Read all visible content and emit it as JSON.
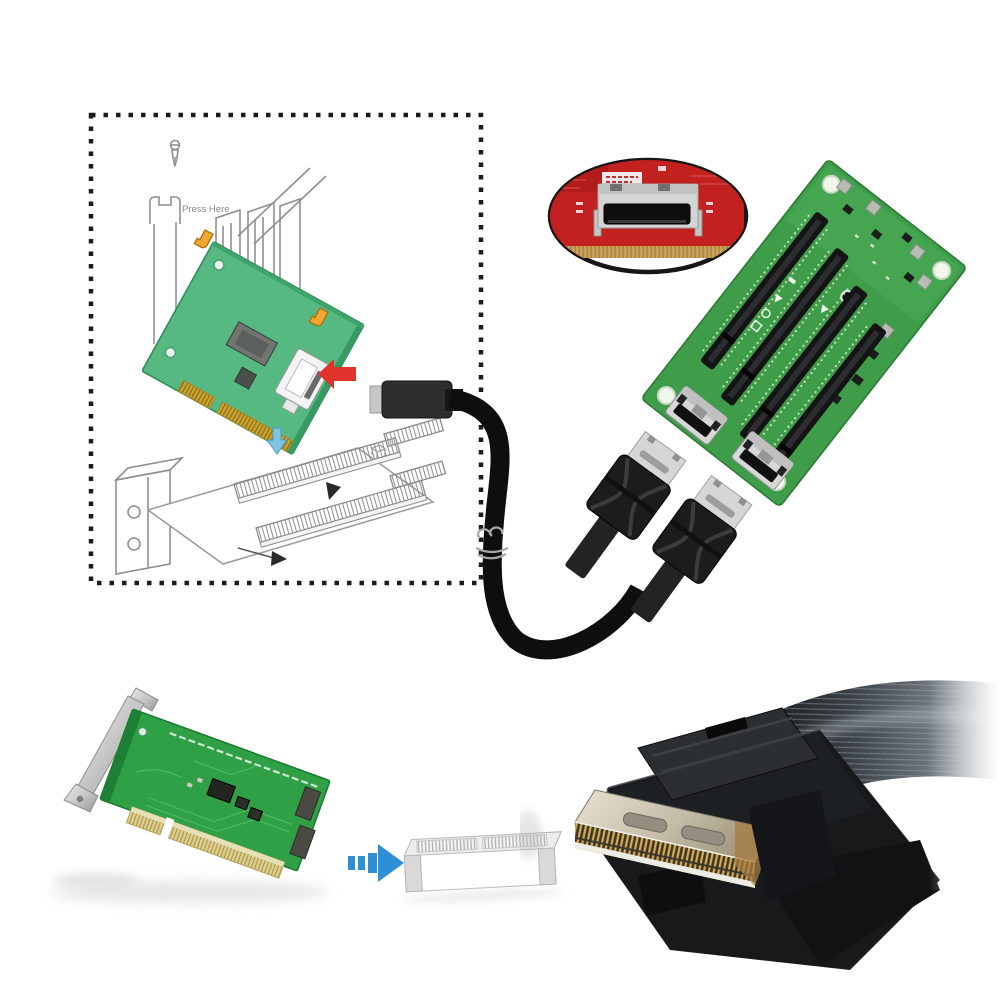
{
  "scene": {
    "description": "Product collage: OCuLink SFF-8611 cable kit with PCIe adapter card, 4-slot PCIe backplane board and connector close-ups",
    "background_color": "#ffffff"
  },
  "diagram": {
    "press_here_label": "Press Here",
    "border_color": "#1b1b1b",
    "line_color": "#8f8f8f",
    "card_color": "#56b981",
    "card_edge_color": "#2f8f5c",
    "gold_finger_color": "#c9a62e",
    "clip_color": "#f2a634",
    "plug_arrow_color": "#e0332b",
    "insert_arrow_color": "#7fc3e0"
  },
  "callout": {
    "outline_color": "#161616",
    "pcb_color": "#c32020",
    "gold_edge_color": "#caa05a",
    "connector_shell_color": "#d4d4d4",
    "connector_slot_color": "#0e0e0e"
  },
  "backplane": {
    "pcb_color": "#3f9d49",
    "pcb_edge_color": "#2c7c36",
    "pcie_slot_count": 4,
    "pcie_slot_color": "#141414",
    "oculink_port_count": 2,
    "oculink_port_color": "#d8d8d8",
    "mounting_hole_count": 4
  },
  "cables": {
    "ribbon_color": "#0e0e0e",
    "plug_body_color": "#2e2e2e",
    "loose_connector_count": 2,
    "connector_body_color": "#1c1c1c",
    "connector_tip_color": "#d6d6d6",
    "has_cable_tie": true,
    "tie_color": "#a8a8a8"
  },
  "adapter_card": {
    "pcb_color": "#2fa045",
    "pcb_edge_color": "#1a7a2e",
    "bracket_color": "#c6c6c6",
    "edge_connector_color": "#d8d09c",
    "port_color": "#4a4a42"
  },
  "slot_callout": {
    "arrow_color": "#2e8fd5",
    "body_color": "#ffffff",
    "cap_color": "#d9d9d9",
    "outline_color": "#b5b5b5"
  },
  "closeup": {
    "body_color": "#17191b",
    "top_plate_color": "#2c2f31",
    "shell_color": "#d9d2c0",
    "pin_color": "#d8ab4e",
    "cable_color": "#3c4247"
  }
}
